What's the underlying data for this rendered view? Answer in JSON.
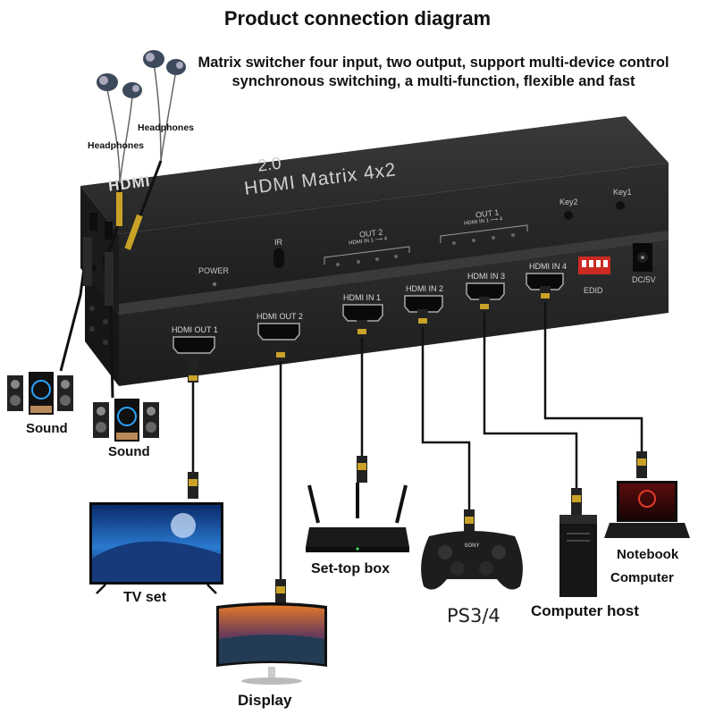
{
  "title": "Product connection diagram",
  "subtitle": "Matrix switcher four input, two output, support multi-device control synchronous switching, a multi-function, flexible and fast",
  "device": {
    "brand_logo": "HDMI",
    "version": "2.0",
    "model": "HDMI Matrix 4x2",
    "power_label": "POWER",
    "ir_label": "IR",
    "out2_label": "OUT 2",
    "out1_label": "OUT 1",
    "hdmi_in_note": "HDMI IN 1 ⟶ 4",
    "key2_label": "Key2",
    "key1_label": "Key1",
    "edid_label": "EDID",
    "dc_label": "DC/5V",
    "ports": [
      "HDMI OUT 1",
      "HDMI OUT 2",
      "HDMI IN 1",
      "HDMI IN 2",
      "HDMI IN 3",
      "HDMI IN 4"
    ]
  },
  "devices": {
    "headphones_1": "Headphones",
    "headphones_2": "Headphones",
    "sound_1": "Sound",
    "sound_2": "Sound",
    "tv": "TV set",
    "display": "Display",
    "settop": "Set-top box",
    "ps": "PS3/4",
    "computer_host": "Computer host",
    "notebook_line1": "Notebook",
    "notebook_line2": "Computer"
  },
  "colors": {
    "device_body": "#2b2b2b",
    "cable": "#111111",
    "connector_gold": "#c9a227"
  }
}
